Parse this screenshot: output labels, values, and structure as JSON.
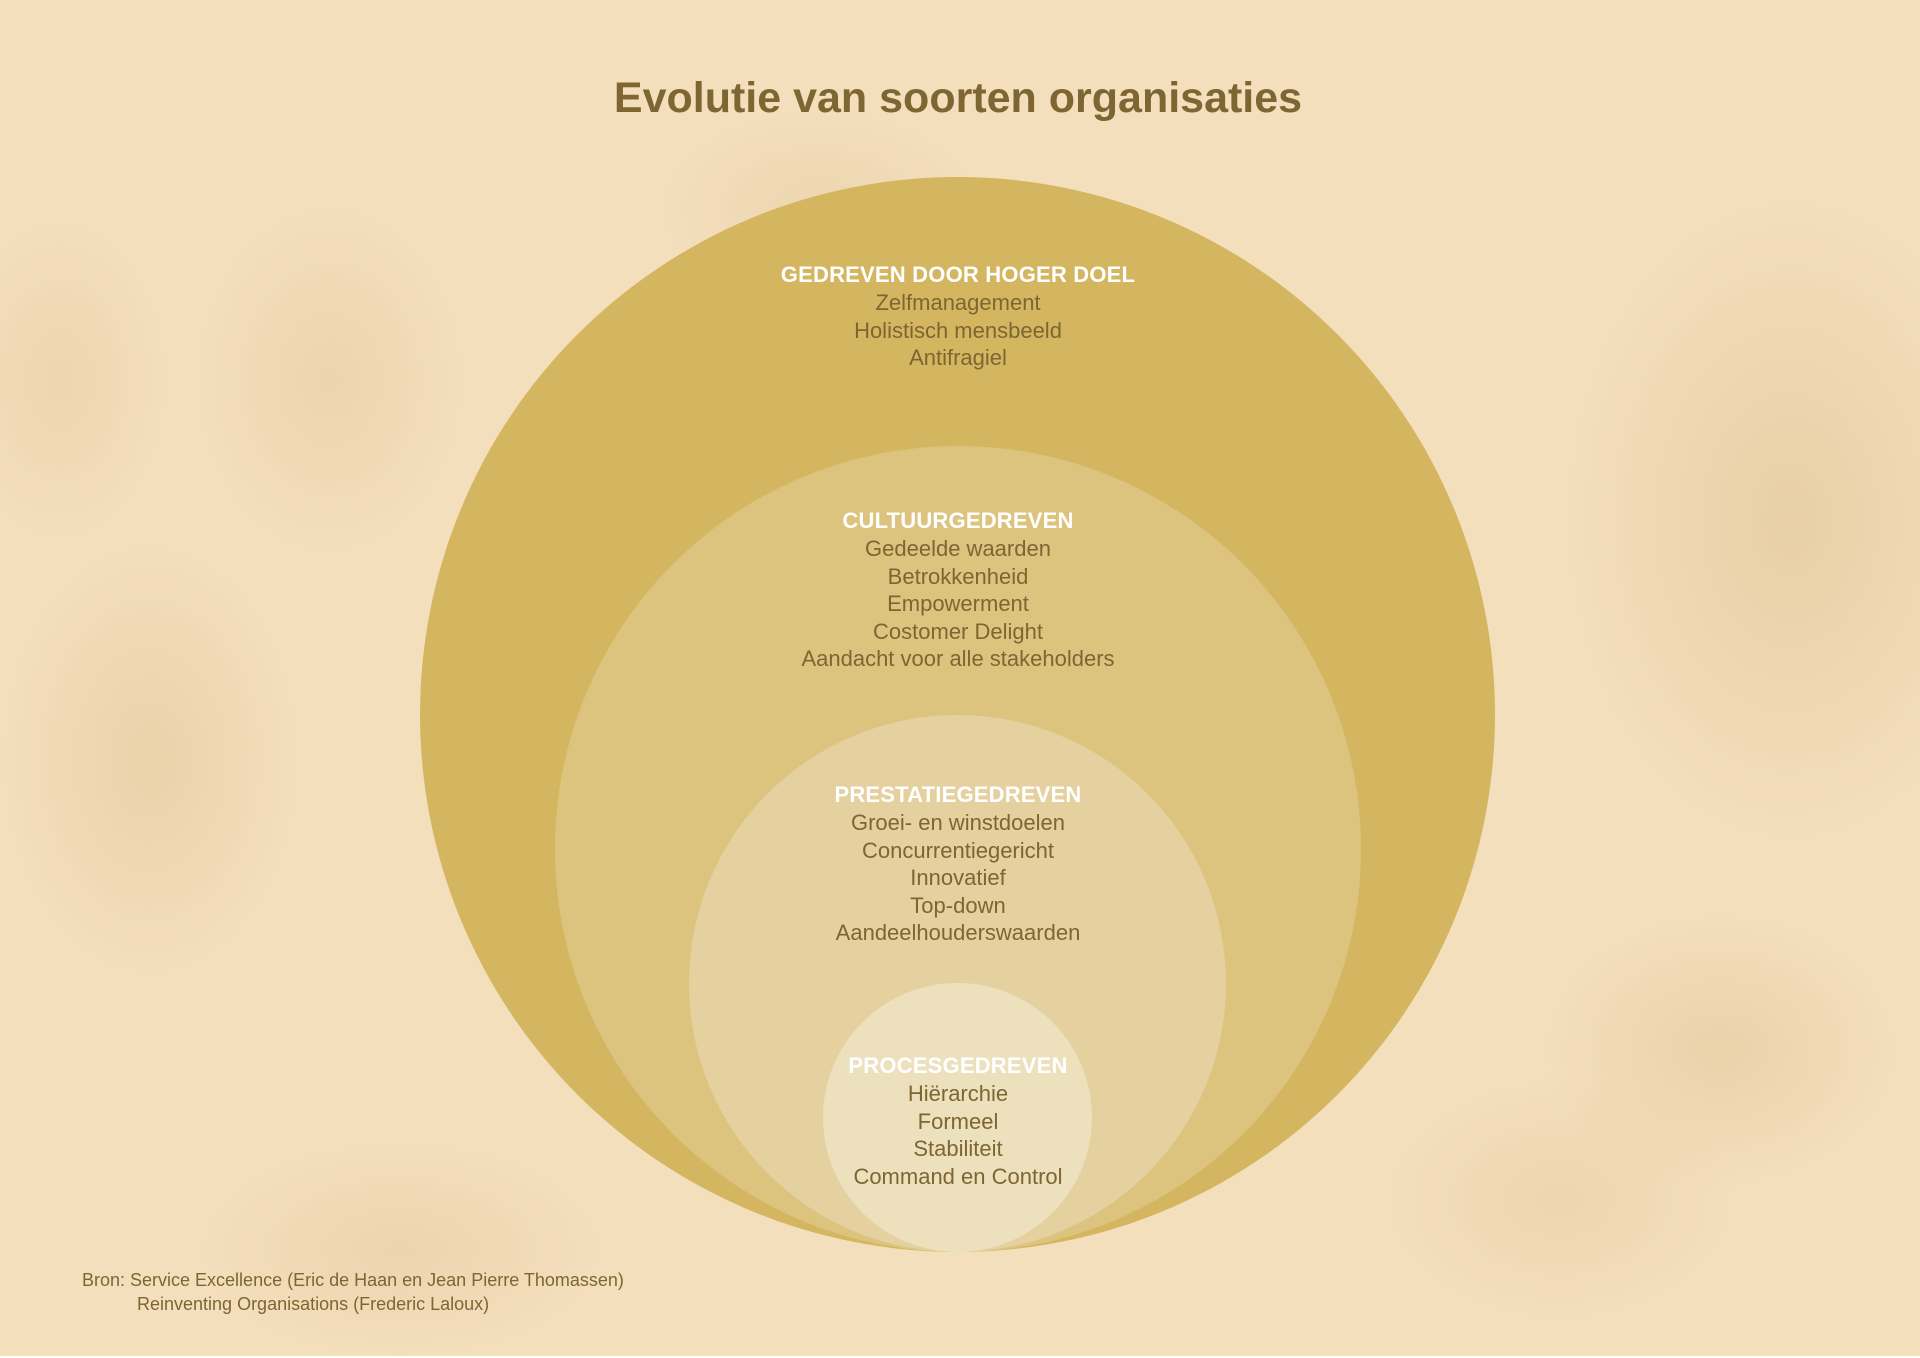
{
  "title": "Evolutie van soorten organisaties",
  "colors": {
    "background": "#f4dfbd",
    "title_text": "#7d6632",
    "body_text": "#7d6632",
    "heading_text": "#ffffff",
    "circle_outer": "#d4b660",
    "circle_second": "#dcc47f",
    "circle_third": "#e4d19f",
    "circle_inner": "#ede0bd"
  },
  "circles": [
    {
      "heading": "GEDREVEN DOOR HOGER DOEL",
      "items": [
        "Zelfmanagement",
        "Holistisch mensbeeld",
        "Antifragiel"
      ]
    },
    {
      "heading": "CULTUURGEDREVEN",
      "items": [
        "Gedeelde waarden",
        "Betrokkenheid",
        "Empowerment",
        "Costomer Delight",
        "Aandacht voor alle stakeholders"
      ]
    },
    {
      "heading": "PRESTATIEGEDREVEN",
      "items": [
        "Groei- en winstdoelen",
        "Concurrentiegericht",
        "Innovatief",
        "Top-down",
        "Aandeelhouderswaarden"
      ]
    },
    {
      "heading": "PROCESGEDREVEN",
      "items": [
        "Hiërarchie",
        "Formeel",
        "Stabiliteit",
        "Command en Control"
      ]
    }
  ],
  "source": {
    "line1": "Bron: Service Excellence (Eric de Haan en Jean Pierre Thomassen)",
    "line2": "Reinventing Organisations (Frederic Laloux)"
  }
}
